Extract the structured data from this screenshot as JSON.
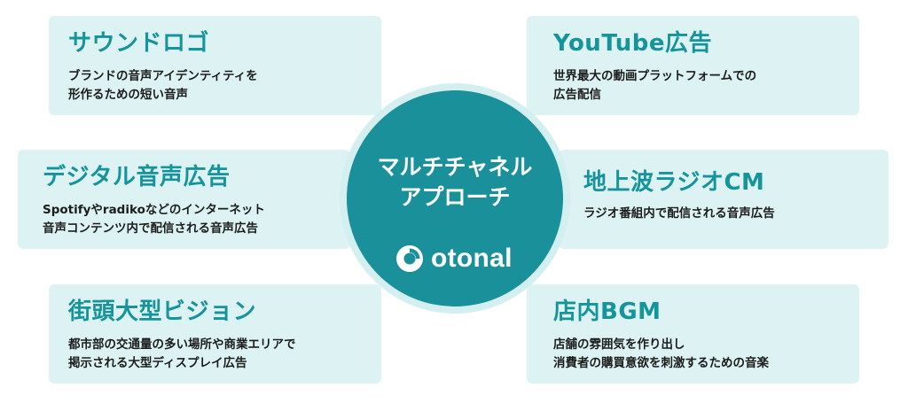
{
  "center": {
    "title_line1": "マルチチャネル",
    "title_line2": "アプローチ",
    "brand": "otonal"
  },
  "cards": {
    "sound_logo": {
      "title": "サウンドロゴ",
      "desc_line1": "ブランドの音声アイデンティティを",
      "desc_line2": "形作るための短い音声"
    },
    "digital_audio": {
      "title": "デジタル音声広告",
      "desc_line1": "Spotifyやradikoなどのインターネット",
      "desc_line2": "音声コンテンツ内で配信される音声広告"
    },
    "street_vision": {
      "title": "街頭大型ビジョン",
      "desc_line1": "都市部の交通量の多い場所や商業エリアで",
      "desc_line2": "掲示される大型ディスプレイ広告"
    },
    "youtube": {
      "title": "YouTube広告",
      "desc_line1": "世界最大の動画プラットフォームでの",
      "desc_line2": "広告配信"
    },
    "radio": {
      "title": "地上波ラジオCM",
      "desc_line1": "ラジオ番組内で配信される音声広告"
    },
    "bgm": {
      "title": "店内BGM",
      "desc_line1": "店舗の雰囲気を作り出し",
      "desc_line2": "消費者の購買意欲を刺激するための音楽"
    }
  },
  "colors": {
    "card_background": "#ddf3f3",
    "accent_teal": "#19909a",
    "title_teal": "#15949b",
    "hub_ring": "#d4eff0",
    "text_dark": "#1c1c1c"
  },
  "icons": {
    "brand_mark": "otonal-logo-icon"
  }
}
